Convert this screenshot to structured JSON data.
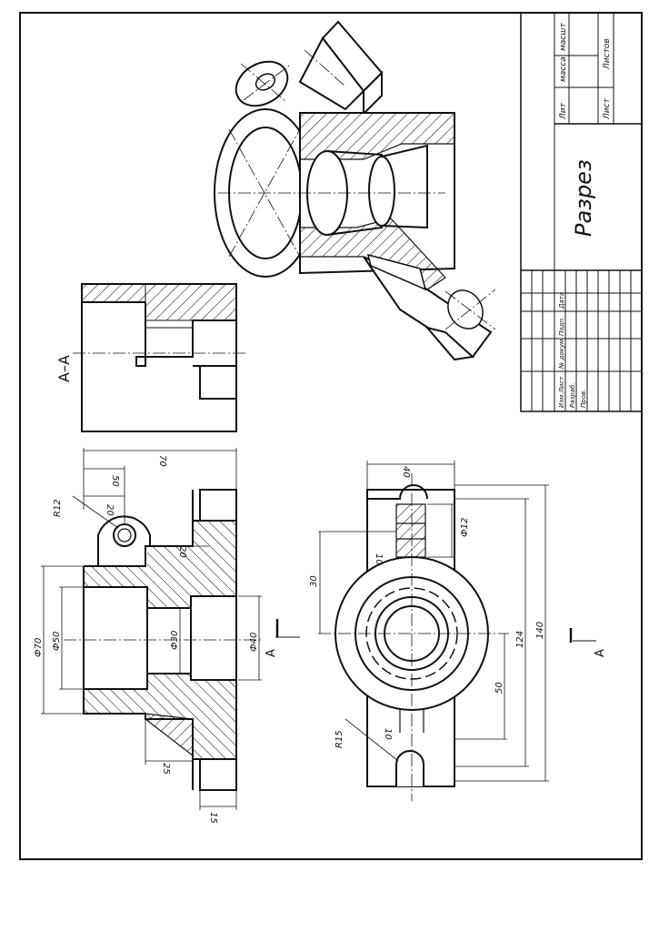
{
  "title_block": {
    "title": "Разрез",
    "col_lit": "Лит",
    "col_mass": "масса",
    "col_scale": "масшт",
    "sheet": "Лист",
    "sheets": "Листов",
    "rev_headers": [
      "Изм.Лист",
      "№ докум.",
      "Подп.",
      "Дата"
    ],
    "dev": "Разраб.",
    "check": "Пров."
  },
  "section_label": "А–А",
  "cut_label_a": "А",
  "dims": {
    "r12": "R12",
    "d20": "20",
    "d50": "50",
    "d70": "70",
    "phi70": "Ф70",
    "phi50": "Ф50",
    "phi30": "Ф30",
    "phi40": "Ф40",
    "d20b": "20",
    "d25": "25",
    "d15": "15",
    "d40": "40",
    "d30": "30",
    "phi12": "Ф12",
    "d10a": "10",
    "d10b": "10",
    "d50b": "50",
    "d124": "124",
    "d140": "140",
    "r15": "R15"
  },
  "colors": {
    "ink": "#111111",
    "paper": "#ffffff"
  }
}
